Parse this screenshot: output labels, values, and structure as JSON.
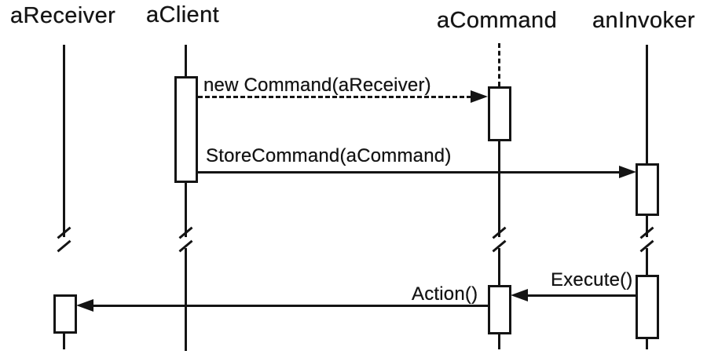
{
  "diagram_type": "uml-sequence-diagram",
  "colors": {
    "ink": "#141414",
    "paper": "#ffffff"
  },
  "lifelines": [
    {
      "id": "aReceiver",
      "label": "aReceiver"
    },
    {
      "id": "aClient",
      "label": "aClient"
    },
    {
      "id": "aCommand",
      "label": "aCommand"
    },
    {
      "id": "anInvoker",
      "label": "anInvoker"
    }
  ],
  "messages": [
    {
      "label": "new Command(aReceiver)",
      "from": "aClient",
      "to": "aCommand",
      "line": "dashed"
    },
    {
      "label": "StoreCommand(aCommand)",
      "from": "aClient",
      "to": "anInvoker",
      "line": "solid"
    },
    {
      "label": "Execute()",
      "from": "anInvoker",
      "to": "aCommand",
      "line": "solid"
    },
    {
      "label": "Action()",
      "from": "aCommand",
      "to": "aReceiver",
      "line": "solid"
    }
  ]
}
